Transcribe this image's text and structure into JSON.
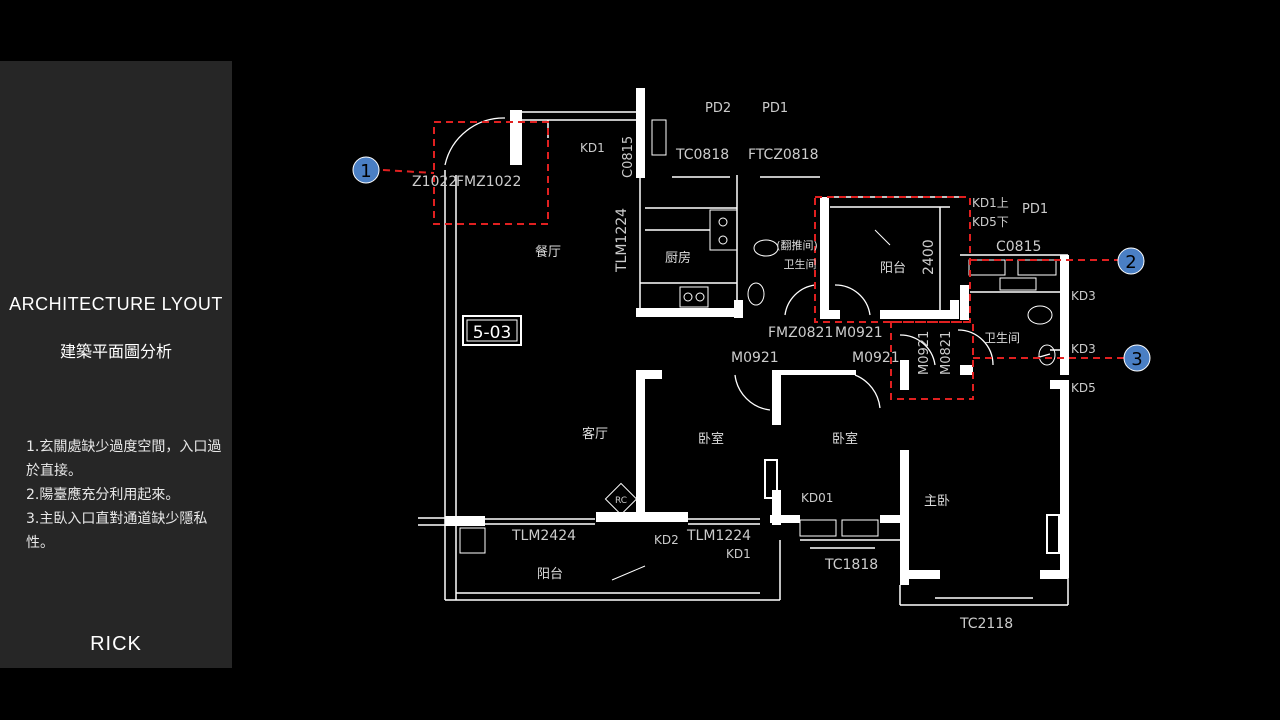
{
  "sidebar": {
    "title": "ARCHITECTURE LYOUT",
    "subtitle": "建築平面圖分析",
    "notes": [
      "1.玄關處缺少過度空間，入口過於直接。",
      "2.陽臺應充分利用起來。",
      "3.主臥入口直對通道缺少隱私性。"
    ],
    "logo": "RICK"
  },
  "plan": {
    "unit_tag": "5-03",
    "markers": [
      "1",
      "2",
      "3"
    ],
    "rooms": {
      "dining": "餐厅",
      "living": "客厅",
      "kitchen": "厨房",
      "bath1": "(翻推间)",
      "bath1b": "卫生间",
      "bath2": "卫生间",
      "balcony_top": "阳台",
      "balcony_bottom": "阳台",
      "bedroom1": "卧室",
      "bedroom2": "卧室",
      "master": "主卧"
    },
    "codes": {
      "z1022": "Z1022",
      "fmz1022": "FMZ1022",
      "kd1_top": "KD1",
      "c0815_v": "C0815",
      "pd2": "PD2",
      "pd1_a": "PD1",
      "tc0818": "TC0818",
      "ftcz0818": "FTCZ0818",
      "tlm1224_v": "TLM1224",
      "kd1_up": "KD1上",
      "kd5_down": "KD5下",
      "pd1_b": "PD1",
      "c0815_h": "C0815",
      "dim2400": "2400",
      "kd3_a": "KD3",
      "kd3_b": "KD3",
      "kd5": "KD5",
      "fmz0821": "FMZ0821",
      "m0921_a": "M0921",
      "m0921_b": "M0921",
      "m0921_c": "M0921",
      "m0921_v": "M0921",
      "m0821_v": "M0821",
      "tlm2424": "TLM2424",
      "kd2": "KD2",
      "tlm1224_h": "TLM1224",
      "kd1_b": "KD1",
      "kd01": "KD01",
      "tc1818": "TC1818",
      "tc2118": "TC2118",
      "rc": "RC"
    },
    "colors": {
      "background": "#000000",
      "wall": "#ffffff",
      "highlight": "#e02020",
      "marker": "#4a7fc4",
      "sidebar": "#262626"
    }
  }
}
